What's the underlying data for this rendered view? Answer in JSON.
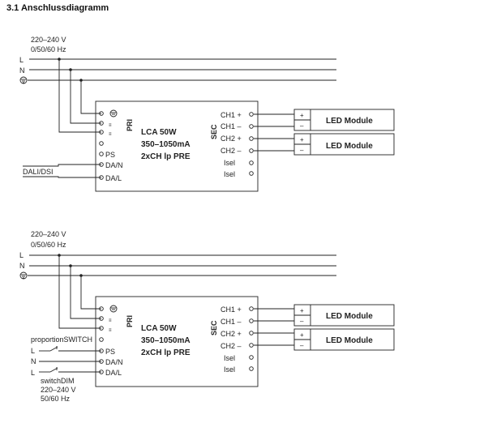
{
  "title": "3.1 Anschlussdiagramm",
  "mains": {
    "voltage": "220–240 V",
    "frequency": "0/50/60 Hz",
    "L": "L",
    "N": "N"
  },
  "driver": {
    "name": "LCA 50W",
    "current": "350–1050mA",
    "variant": "2xCH lp PRE",
    "pri": "PRI",
    "sec": "SEC",
    "ps": "PS",
    "dan": "DA/N",
    "dal": "DA/L",
    "outputs": [
      "CH1 +",
      "CH1 –",
      "CH2 +",
      "CH2 –",
      "Isel",
      "Isel"
    ]
  },
  "led": {
    "label": "LED Module",
    "plus": "+",
    "minus": "–"
  },
  "dali": "DALI/DSI",
  "switch": {
    "proportion": "proportionSWITCH",
    "L": "L",
    "N": "N",
    "L2": "L",
    "dim": "switchDIM",
    "voltage": "220–240 V",
    "frequency": "50/60 Hz"
  }
}
